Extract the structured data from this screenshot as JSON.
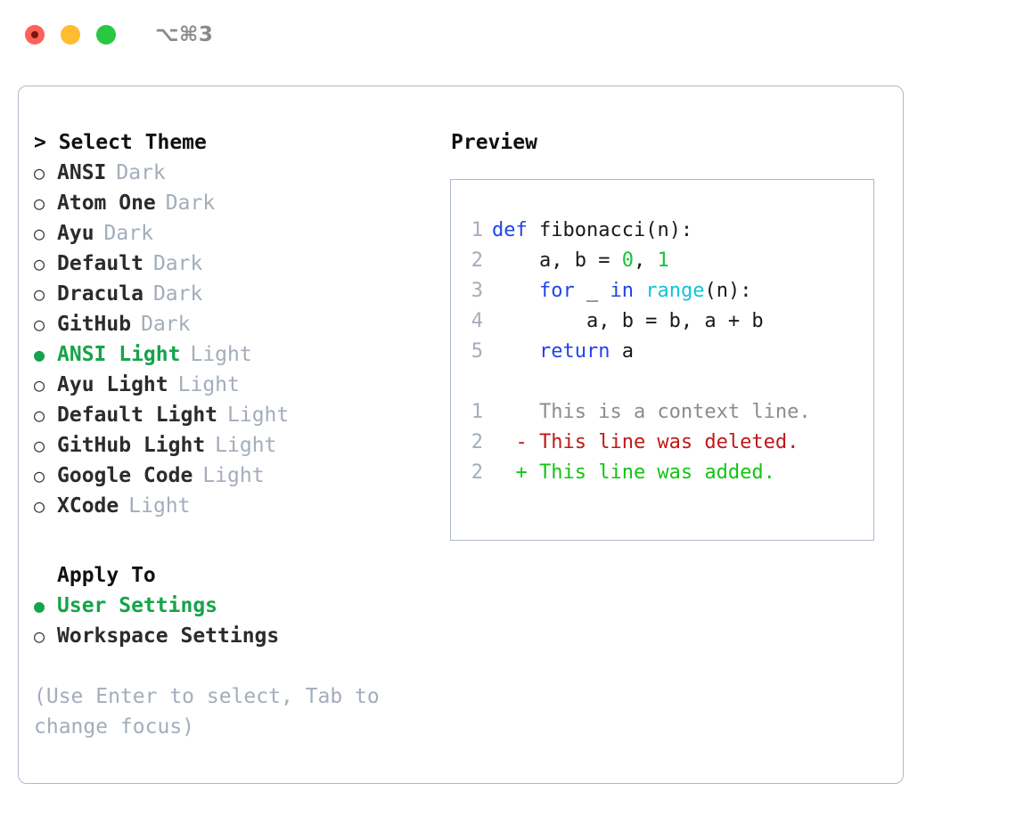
{
  "window": {
    "shortcut": "⌥⌘3",
    "traffic_lights": [
      {
        "name": "close",
        "color": "#fd6159"
      },
      {
        "name": "minimize",
        "color": "#febc2e"
      },
      {
        "name": "maximize",
        "color": "#28c840"
      }
    ]
  },
  "theme_picker": {
    "header": "> Select Theme",
    "themes": [
      {
        "marker": "○",
        "label": "ANSI",
        "kind": "Dark",
        "selected": false
      },
      {
        "marker": "○",
        "label": "Atom One",
        "kind": "Dark",
        "selected": false
      },
      {
        "marker": "○",
        "label": "Ayu",
        "kind": "Dark",
        "selected": false
      },
      {
        "marker": "○",
        "label": "Default",
        "kind": "Dark",
        "selected": false
      },
      {
        "marker": "○",
        "label": "Dracula",
        "kind": "Dark",
        "selected": false
      },
      {
        "marker": "○",
        "label": "GitHub",
        "kind": "Dark",
        "selected": false
      },
      {
        "marker": "●",
        "label": "ANSI Light",
        "kind": "Light",
        "selected": true
      },
      {
        "marker": "○",
        "label": "Ayu Light",
        "kind": "Light",
        "selected": false
      },
      {
        "marker": "○",
        "label": "Default Light",
        "kind": "Light",
        "selected": false
      },
      {
        "marker": "○",
        "label": "GitHub Light",
        "kind": "Light",
        "selected": false
      },
      {
        "marker": "○",
        "label": "Google Code",
        "kind": "Light",
        "selected": false
      },
      {
        "marker": "○",
        "label": "XCode",
        "kind": "Light",
        "selected": false
      }
    ],
    "apply_to": {
      "header": "Apply To",
      "options": [
        {
          "marker": "●",
          "label": "User Settings",
          "selected": true
        },
        {
          "marker": "○",
          "label": "Workspace Settings",
          "selected": false
        }
      ]
    },
    "hint": "(Use Enter to select, Tab to change focus)"
  },
  "preview": {
    "title": "Preview",
    "code": [
      {
        "no": "1",
        "tokens": [
          {
            "t": "def",
            "c": "kw"
          },
          {
            "t": " fibonacci(n):",
            "c": "txt"
          }
        ]
      },
      {
        "no": "2",
        "tokens": [
          {
            "t": "    a, b = ",
            "c": "txt"
          },
          {
            "t": "0",
            "c": "num"
          },
          {
            "t": ", ",
            "c": "txt"
          },
          {
            "t": "1",
            "c": "num"
          }
        ]
      },
      {
        "no": "3",
        "tokens": [
          {
            "t": "    ",
            "c": "txt"
          },
          {
            "t": "for",
            "c": "kw"
          },
          {
            "t": " _ ",
            "c": "txt"
          },
          {
            "t": "in",
            "c": "kw"
          },
          {
            "t": " ",
            "c": "txt"
          },
          {
            "t": "range",
            "c": "fn"
          },
          {
            "t": "(n):",
            "c": "txt"
          }
        ]
      },
      {
        "no": "4",
        "tokens": [
          {
            "t": "        a, b = b, a + b",
            "c": "txt"
          }
        ]
      },
      {
        "no": "5",
        "tokens": [
          {
            "t": "    ",
            "c": "txt"
          },
          {
            "t": "return",
            "c": "kw"
          },
          {
            "t": " a",
            "c": "txt"
          }
        ]
      }
    ],
    "diff": [
      {
        "no": "1",
        "sign": " ",
        "text": "This is a context line.",
        "kind": "ctx"
      },
      {
        "no": "2",
        "sign": "-",
        "text": "This line was deleted.",
        "kind": "del"
      },
      {
        "no": "2",
        "sign": "+",
        "text": "This line was added.",
        "kind": "add"
      }
    ]
  },
  "colors": {
    "accent_green": "#16a34a",
    "muted": "#a3adbb",
    "border": "#aeb9c9",
    "keyword": "#2044e8",
    "function": "#12c4d6",
    "number": "#16c43a",
    "diff_add": "#13c413",
    "diff_del": "#c01818",
    "diff_ctx": "#8c8c8c"
  }
}
